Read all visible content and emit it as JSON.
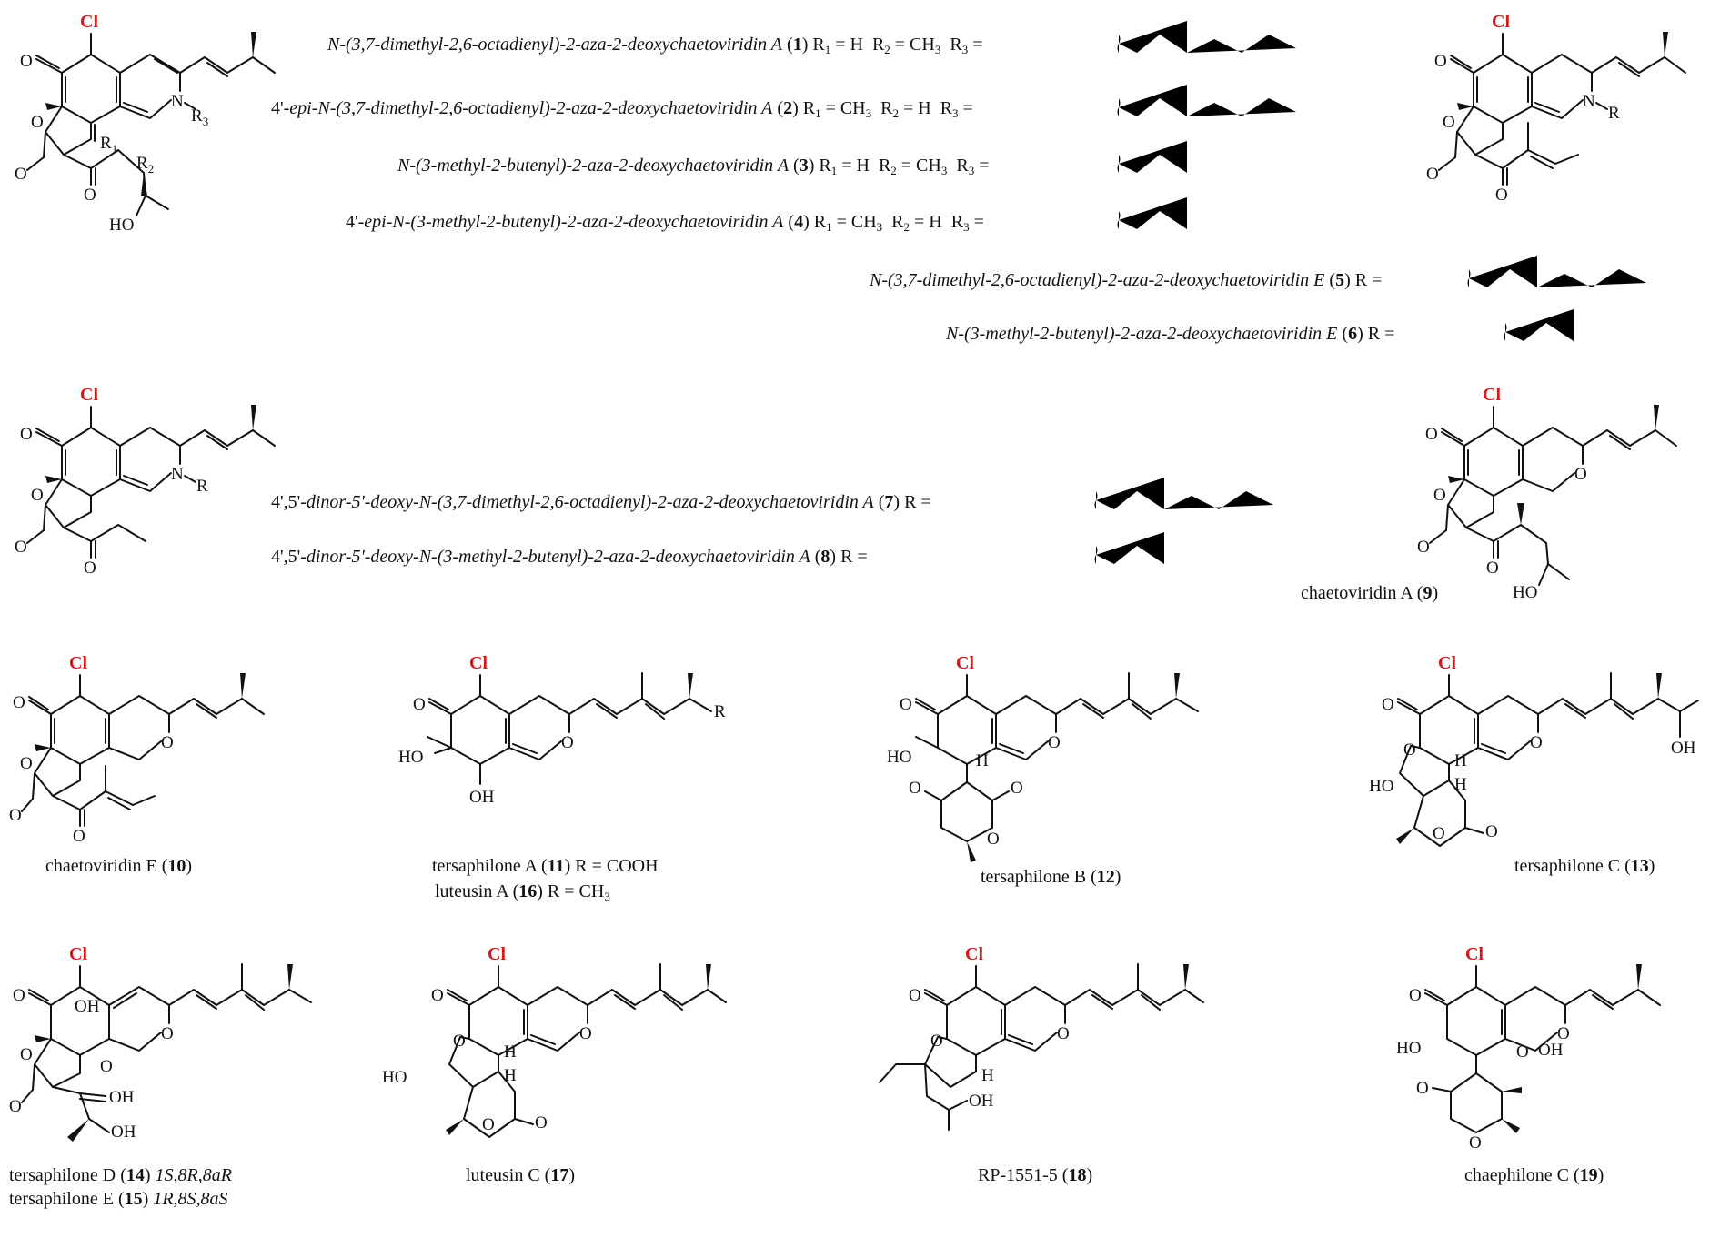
{
  "rows": {
    "r1": {
      "name": "N-(3,7-dimethyl-2,6-octadienyl)-2-aza-2-deoxychaetoviridin A",
      "num": "1",
      "r1": "R",
      "r1v": "= H",
      "r2": "R",
      "r2v": "= CH",
      "r3": "R",
      "r3v": "="
    },
    "r2": {
      "prefix": "4'-",
      "epi": "epi",
      "name": "-N-(3,7-dimethyl-2,6-octadienyl)-2-aza-2-deoxychaetoviridin A",
      "num": "2",
      "r1v": "= CH",
      "r2v": "= H"
    },
    "r3": {
      "name": "N-(3-methyl-2-butenyl)-2-aza-2-deoxychaetoviridin A",
      "num": "3",
      "r1v": "= H",
      "r2v": "= CH"
    },
    "r4": {
      "prefix": "4'-",
      "epi": "epi",
      "name": "-N-(3-methyl-2-butenyl)-2-aza-2-deoxychaetoviridin A",
      "num": "4",
      "r1v": "= CH",
      "r2v": "= H"
    },
    "r5": {
      "name": "N-(3,7-dimethyl-2,6-octadienyl)-2-aza-2-deoxychaetoviridin E",
      "num": "5",
      "r": "R ="
    },
    "r6": {
      "name": "N-(3-methyl-2-butenyl)-2-aza-2-deoxychaetoviridin E",
      "num": "6",
      "r": "R ="
    },
    "r7": {
      "prefix": "4',5'-",
      "dinor": "dinor",
      "name": "-5'-deoxy-N-(3,7-dimethyl-2,6-octadienyl)-2-aza-2-deoxychaetoviridin A",
      "num": "7",
      "r": "R ="
    },
    "r8": {
      "prefix": "4',5'-",
      "dinor": "dinor",
      "name": "-5'-deoxy-N-(3-methyl-2-butenyl)-2-aza-2-deoxychaetoviridin A",
      "num": "8",
      "r": "R ="
    }
  },
  "compounds": {
    "c9": {
      "name": "chaetoviridin A",
      "num": "9"
    },
    "c10": {
      "name": "chaetoviridin E",
      "num": "10"
    },
    "c11": {
      "name": "tersaphilone A",
      "num": "11",
      "extra": "R = COOH"
    },
    "c16": {
      "name": "luteusin A",
      "num": "16",
      "extra": "R = CH"
    },
    "c12": {
      "name": "tersaphilone B",
      "num": "12"
    },
    "c13": {
      "name": "tersaphilone C",
      "num": "13"
    },
    "c14": {
      "name": "tersaphilone D",
      "num": "14",
      "config": "1S,8R,8aR"
    },
    "c15": {
      "name": "tersaphilone E",
      "num": "15",
      "config": "1R,8S,8aS"
    },
    "c17": {
      "name": "luteusin C",
      "num": "17"
    },
    "c18": {
      "name": "RP-1551-5",
      "num": "18"
    },
    "c19": {
      "name": "chaephilone C",
      "num": "19"
    }
  },
  "atoms": {
    "cl": "Cl",
    "o": "O",
    "n": "N",
    "ho": "HO",
    "oh": "OH",
    "h": "H",
    "r": "R",
    "r1": "R",
    "r2": "R",
    "r3": "R",
    "sub1": "1",
    "sub2": "2",
    "sub3": "3"
  },
  "colors": {
    "chlorine": "#d11a1a",
    "ink": "#111111"
  }
}
